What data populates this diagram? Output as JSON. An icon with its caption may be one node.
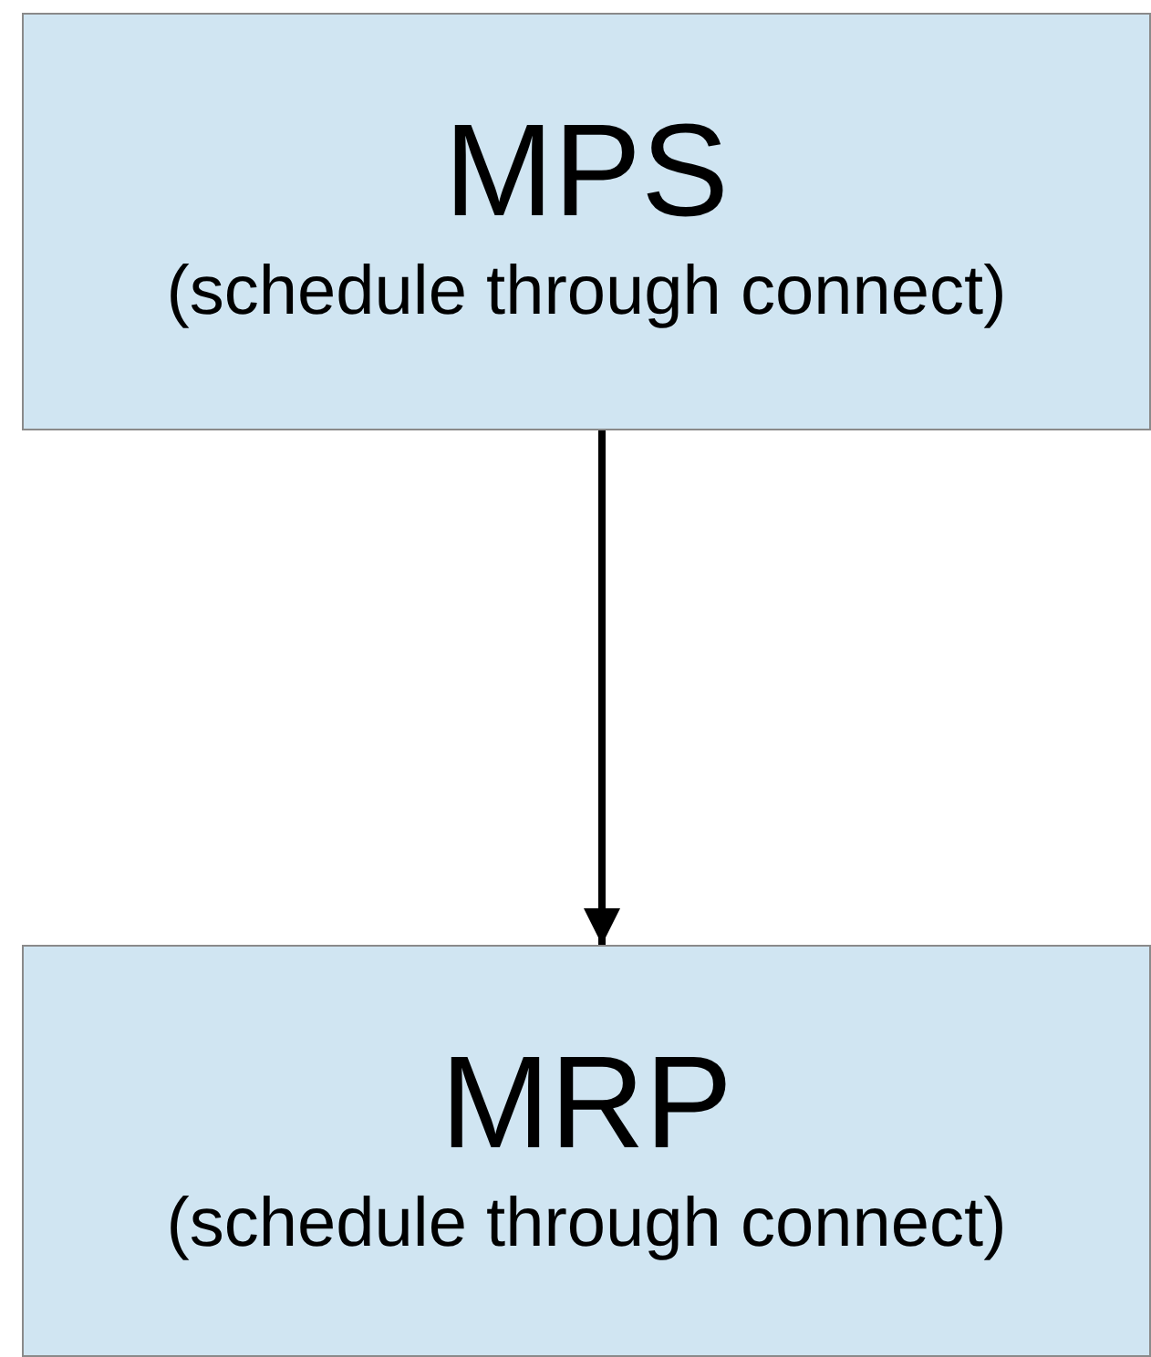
{
  "diagram": {
    "nodes": [
      {
        "text": [
          "MPS",
          "(schedule through connect)"
        ]
      },
      {
        "text": [
          "MRP",
          "(schedule through connect)"
        ]
      }
    ],
    "edges": [
      {
        "from": 0,
        "to": 1,
        "arrow": "to"
      }
    ]
  }
}
